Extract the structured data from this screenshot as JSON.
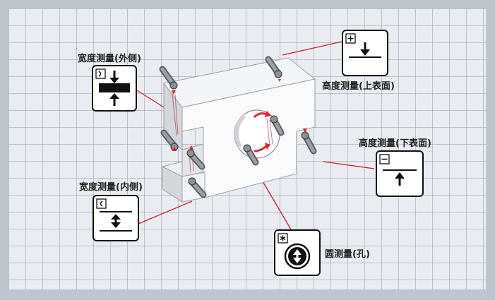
{
  "labels": {
    "width_outer": "宽度测量(外侧)",
    "height_top": "高度测量(上表面)",
    "height_bottom": "高度测量(下表面)",
    "width_inner": "宽度测量(内侧)",
    "circle_hole": "圆测量(孔)"
  },
  "icons": {
    "width_outer": "outer-width-icon",
    "height_top": "height-top-icon",
    "height_bottom": "height-bottom-icon",
    "width_inner": "inner-width-icon",
    "circle_hole": "circle-hole-icon"
  },
  "colors": {
    "leader_line": "#c81e2d",
    "arrow_red": "#d8242c",
    "grid_bg": "#e9ecf0",
    "frame": "#bfc6cd"
  }
}
